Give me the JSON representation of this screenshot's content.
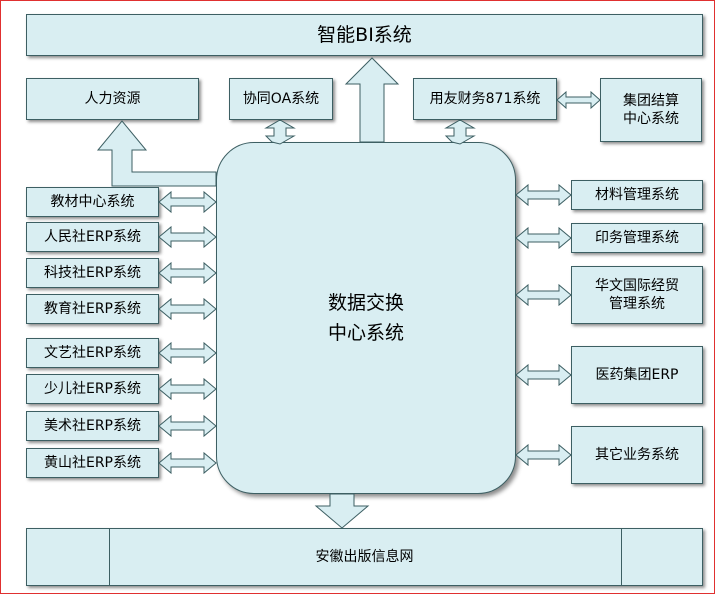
{
  "top_bar": "智能BI系统",
  "hub": [
    "数据交换",
    "中心系统"
  ],
  "top_row": {
    "hr": "人力资源",
    "oa": "协同OA系统",
    "finance": "用友财务871系统",
    "settlement": [
      "集团结算",
      "中心系统"
    ]
  },
  "left_systems": [
    "教材中心系统",
    "人民社ERP系统",
    "科技社ERP系统",
    "教育社ERP系统",
    "文艺社ERP系统",
    "少儿社ERP系统",
    "美术社ERP系统",
    "黄山社ERP系统"
  ],
  "right_systems": {
    "materials": "材料管理系统",
    "printing": "印务管理系统",
    "trade": [
      "华文国际经贸",
      "管理系统"
    ],
    "pharma": "医药集团ERP",
    "other": "其它业务系统"
  },
  "bottom_bar": "安徽出版信息网"
}
